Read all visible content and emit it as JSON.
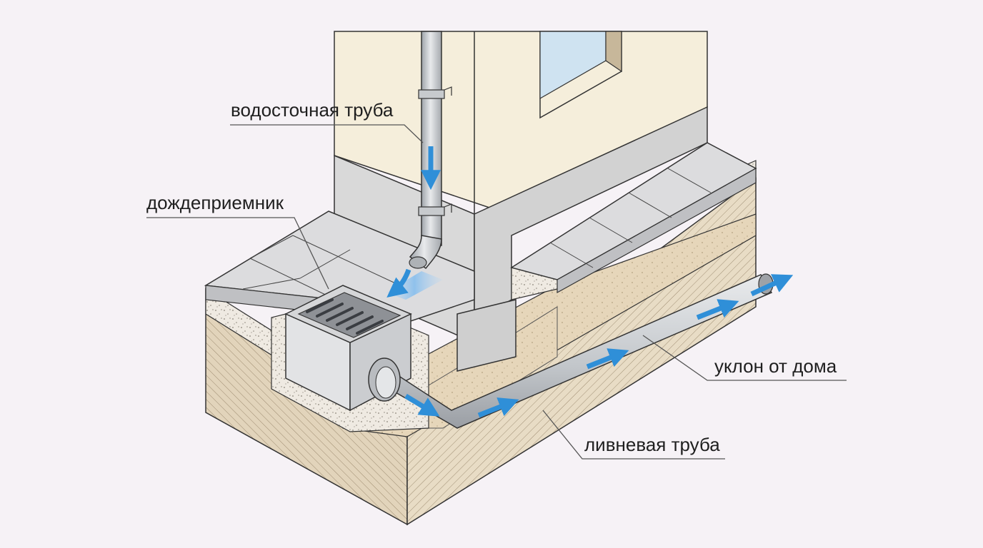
{
  "labels": {
    "downspout": "водосточная труба",
    "catch_basin": "дождеприемник",
    "slope": "уклон от дома",
    "storm_pipe": "ливневая труба"
  },
  "colors": {
    "background": "#f6f2f6",
    "wall": "#f5eedb",
    "plinth": "#d8d8d8",
    "paving": "#d9dadc",
    "soil": "#e8dcc5",
    "sand": "#e6d6ba",
    "pipe": "#c4c7cb",
    "flow_arrow": "#2f8fd8"
  }
}
